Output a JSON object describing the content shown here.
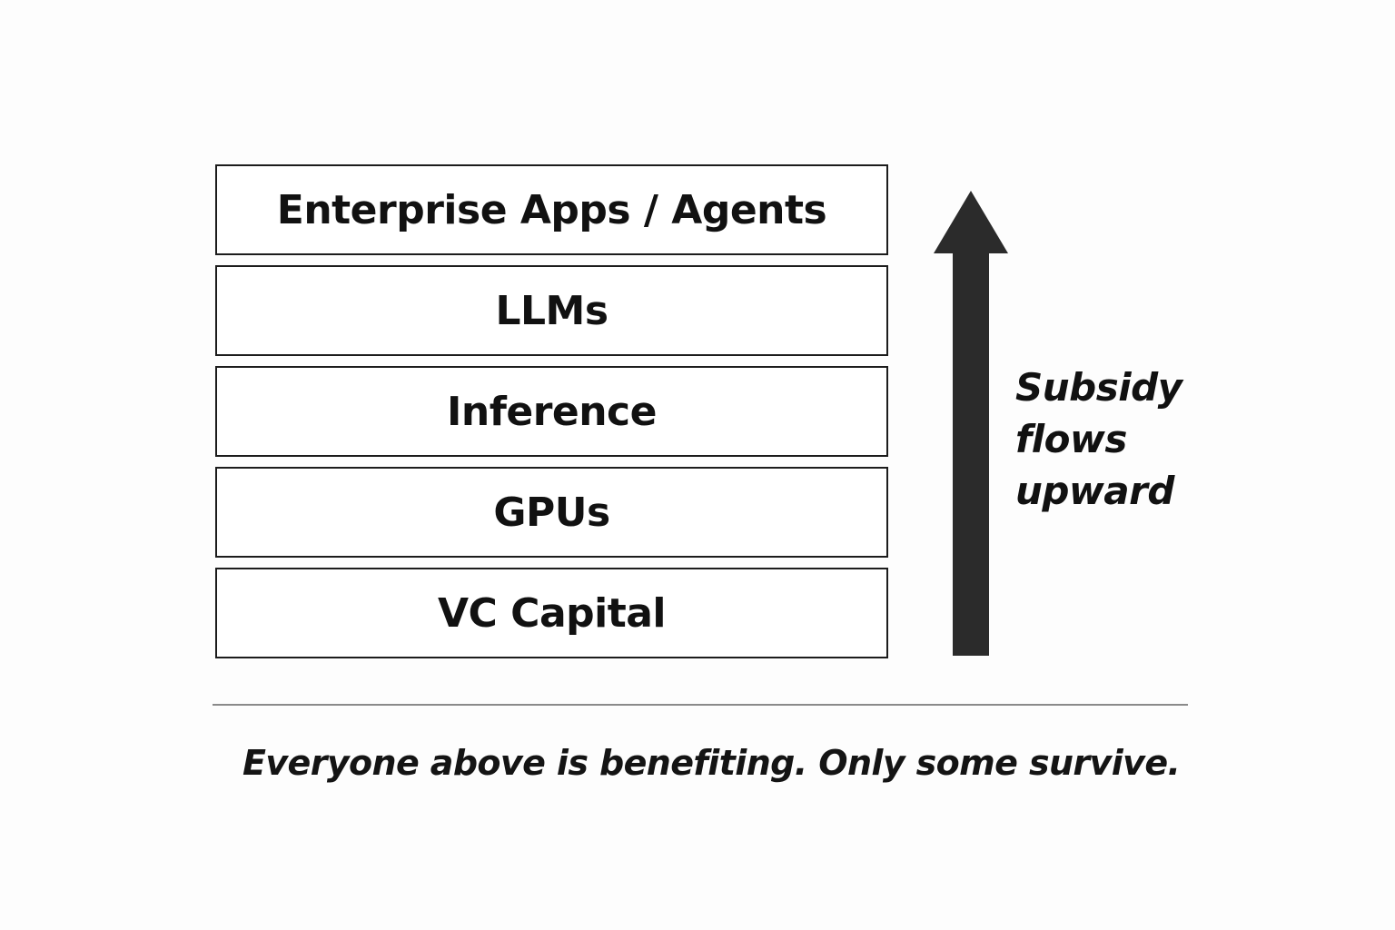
{
  "stack": {
    "layers": [
      {
        "label": "Enterprise Apps / Agents"
      },
      {
        "label": "LLMs"
      },
      {
        "label": "Inference"
      },
      {
        "label": "GPUs"
      },
      {
        "label": "VC Capital"
      }
    ]
  },
  "arrow": {
    "direction": "up",
    "color": "#2b2b2b",
    "label_lines": [
      "Subsidy",
      "flows",
      "upward"
    ]
  },
  "footnote": "Everyone above is benefiting. Only some survive."
}
